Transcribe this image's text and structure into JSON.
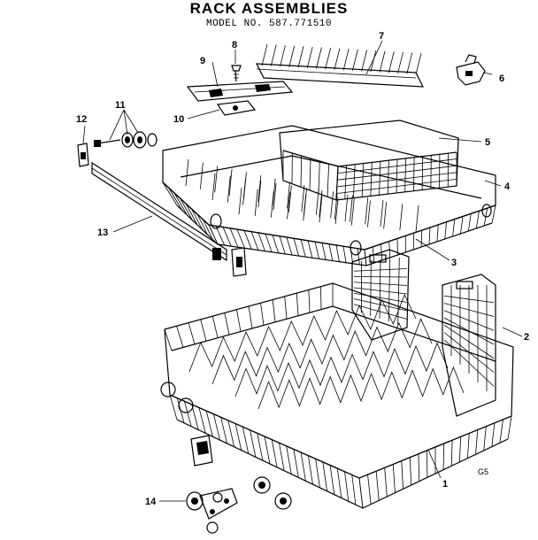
{
  "header": {
    "title": "RACK ASSEMBLIES",
    "subtitle": "MODEL NO. 587.771510"
  },
  "callouts": [
    {
      "id": "1",
      "text": "1"
    },
    {
      "id": "2",
      "text": "2"
    },
    {
      "id": "3",
      "text": "3"
    },
    {
      "id": "4",
      "text": "4"
    },
    {
      "id": "5",
      "text": "5"
    },
    {
      "id": "6",
      "text": "6"
    },
    {
      "id": "7",
      "text": "7"
    },
    {
      "id": "8",
      "text": "8"
    },
    {
      "id": "9",
      "text": "9"
    },
    {
      "id": "10",
      "text": "10"
    },
    {
      "id": "11",
      "text": "11"
    },
    {
      "id": "12",
      "text": "12"
    },
    {
      "id": "13",
      "text": "13"
    },
    {
      "id": "14",
      "text": "14"
    }
  ],
  "figure_code": "G5"
}
